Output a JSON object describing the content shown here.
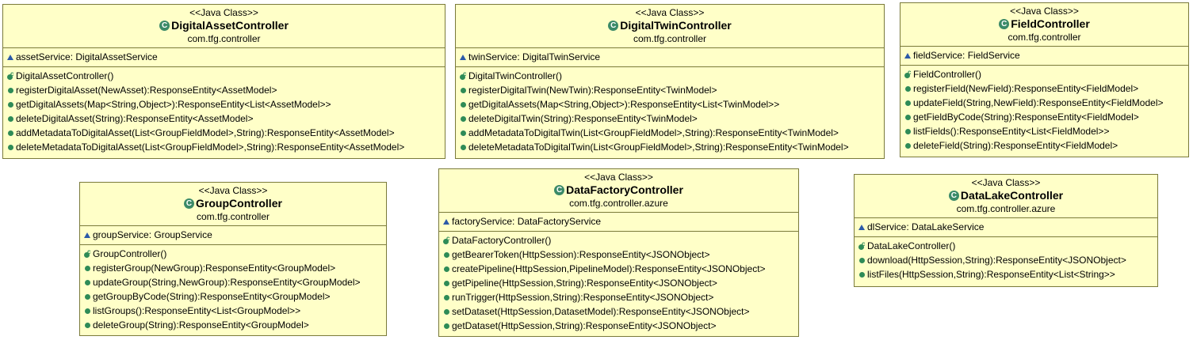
{
  "stereotype": "<<Java Class>>",
  "classes": {
    "digital_asset": {
      "name": "DigitalAssetController",
      "package": "com.tfg.controller",
      "attributes": [
        "assetService: DigitalAssetService"
      ],
      "constructor": "DigitalAssetController()",
      "methods": [
        "registerDigitalAsset(NewAsset):ResponseEntity<AssetModel>",
        "getDigitalAssets(Map<String,Object>):ResponseEntity<List<AssetModel>>",
        "deleteDigitalAsset(String):ResponseEntity<AssetModel>",
        "addMetadataToDigitalAsset(List<GroupFieldModel>,String):ResponseEntity<AssetModel>",
        "deleteMetadataToDigitalAsset(List<GroupFieldModel>,String):ResponseEntity<AssetModel>"
      ]
    },
    "digital_twin": {
      "name": "DigitalTwinController",
      "package": "com.tfg.controller",
      "attributes": [
        "twinService: DigitalTwinService"
      ],
      "constructor": "DigitalTwinController()",
      "methods": [
        "registerDigitalTwin(NewTwin):ResponseEntity<TwinModel>",
        "getDigitalAssets(Map<String,Object>):ResponseEntity<List<TwinModel>>",
        "deleteDigitalTwin(String):ResponseEntity<TwinModel>",
        "addMetadataToDigitalTwin(List<GroupFieldModel>,String):ResponseEntity<TwinModel>",
        "deleteMetadataToDigitalTwin(List<GroupFieldModel>,String):ResponseEntity<TwinModel>"
      ]
    },
    "field": {
      "name": "FieldController",
      "package": "com.tfg.controller",
      "attributes": [
        "fieldService: FieldService"
      ],
      "constructor": "FieldController()",
      "methods": [
        "registerField(NewField):ResponseEntity<FieldModel>",
        "updateField(String,NewField):ResponseEntity<FieldModel>",
        "getFieldByCode(String):ResponseEntity<FieldModel>",
        "listFields():ResponseEntity<List<FieldModel>>",
        "deleteField(String):ResponseEntity<FieldModel>"
      ]
    },
    "group": {
      "name": "GroupController",
      "package": "com.tfg.controller",
      "attributes": [
        "groupService: GroupService"
      ],
      "constructor": "GroupController()",
      "methods": [
        "registerGroup(NewGroup):ResponseEntity<GroupModel>",
        "updateGroup(String,NewGroup):ResponseEntity<GroupModel>",
        "getGroupByCode(String):ResponseEntity<GroupModel>",
        "listGroups():ResponseEntity<List<GroupModel>>",
        "deleteGroup(String):ResponseEntity<GroupModel>"
      ]
    },
    "data_factory": {
      "name": "DataFactoryController",
      "package": "com.tfg.controller.azure",
      "attributes": [
        "factoryService: DataFactoryService"
      ],
      "constructor": "DataFactoryController()",
      "methods": [
        "getBearerToken(HttpSession):ResponseEntity<JSONObject>",
        "createPipeline(HttpSession,PipelineModel):ResponseEntity<JSONObject>",
        "getPipeline(HttpSession,String):ResponseEntity<JSONObject>",
        "runTrigger(HttpSession,String):ResponseEntity<JSONObject>",
        "setDataset(HttpSession,DatasetModel):ResponseEntity<JSONObject>",
        "getDataset(HttpSession,String):ResponseEntity<JSONObject>"
      ]
    },
    "data_lake": {
      "name": "DataLakeController",
      "package": "com.tfg.controller.azure",
      "attributes": [
        "dlService: DataLakeService"
      ],
      "constructor": "DataLakeController()",
      "methods": [
        "download(HttpSession,String):ResponseEntity<JSONObject>",
        "listFiles(HttpSession,String):ResponseEntity<List<String>>"
      ]
    }
  }
}
